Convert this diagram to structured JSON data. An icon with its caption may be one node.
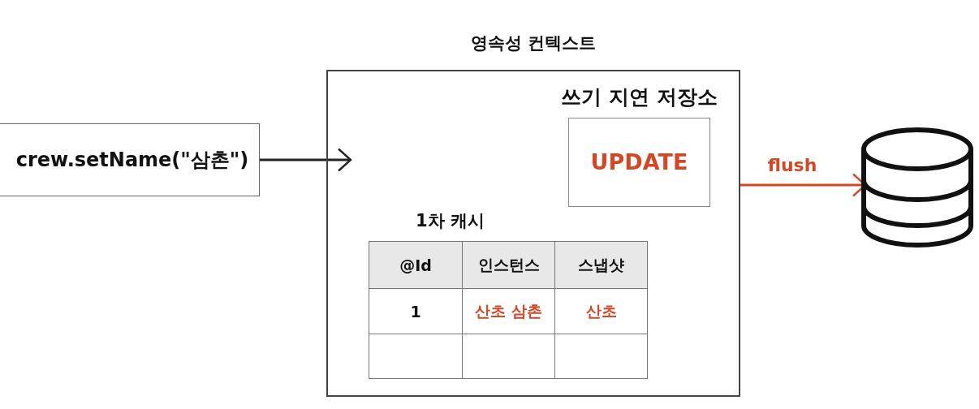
{
  "diagram": {
    "nodes": [
      {
        "text": [
          "crew.setName(\"삼촌\")"
        ]
      },
      {
        "text": [
          "영속성 컨텍스트"
        ]
      },
      {
        "text": [
          "쓰기 지연 저장소",
          "UPDATE"
        ],
        "in": 1
      },
      {
        "text": [],
        "shape": "cylinder"
      }
    ],
    "edges": [
      {
        "from": 0,
        "to": 1,
        "arrow": "to"
      },
      {
        "from": 1,
        "to": 3,
        "arrow": "to",
        "label": "flush",
        "color": "#d24726"
      }
    ],
    "labels": [
      "1차 캐시",
      "@Id",
      "인스턴스",
      "스냅샷",
      "1",
      "산초 삼촌",
      "산초"
    ]
  }
}
